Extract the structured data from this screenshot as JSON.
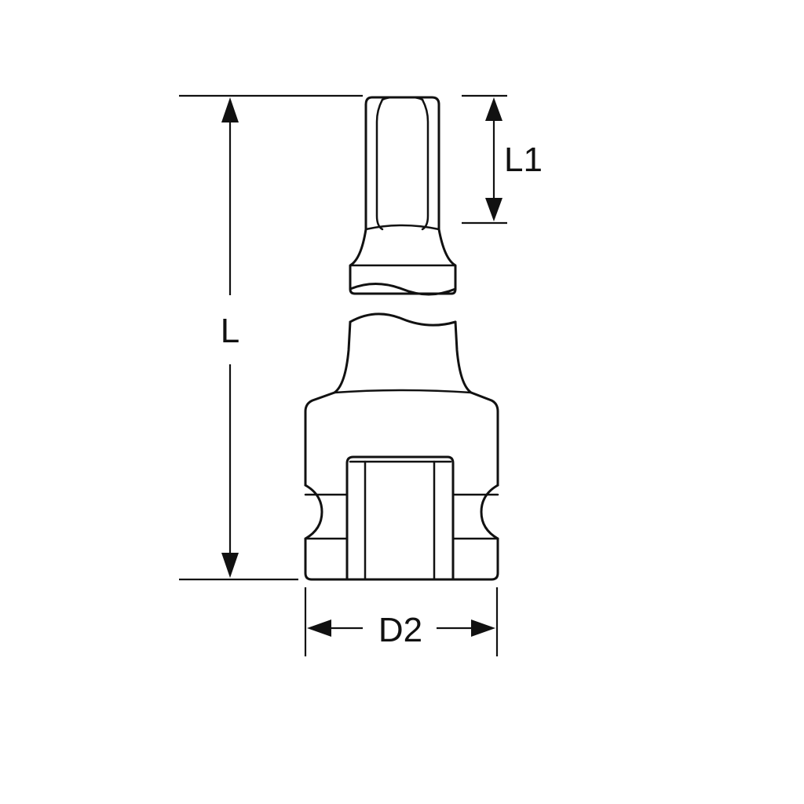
{
  "dimensions": {
    "overall_length": "L",
    "tip_length": "L1",
    "drive_diameter": "D2"
  }
}
